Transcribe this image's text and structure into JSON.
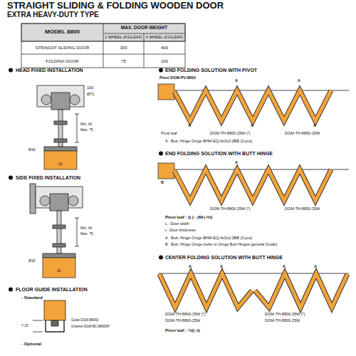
{
  "diagram": {
    "title": "STRAIGHT SLIDING & FOLDING WOODEN DOOR",
    "labels": [
      "EXTRA HEAVY-DUTY TYPE",
      "MODEL 8800",
      "MAX. DOOR WEIGHT",
      "2 WHEEL (KG/LEAF)",
      "4 WHEEL (KG/LEAF)",
      "STRAIGHT SLIDING DOOR",
      "300",
      "400",
      "FOLDING DOOR",
      "75",
      "100",
      "HEAD FIXED INSTALLATION",
      "100",
      "Ø71",
      "Min. 40",
      "Max. 75",
      "Ø16",
      "31",
      "SIDE FIXED INSTALLATION",
      "Min. 40",
      "Max. 75",
      "Ø16",
      "31",
      "FLOOR GUIDE INSTALLATION",
      "- Standard",
      "7.15",
      "Guide DGM-8800D",
      "Channel DGM-BC-8800SP",
      "- Optional",
      "END FOLDING SOLUTION WITH PIVOT",
      "Pivot DGM-PV-8800",
      "A",
      "A",
      "DGM-TH-8800-25W (*)",
      "DGM-TH-8800-25W",
      "Pivot leaf",
      "A",
      "A",
      "A",
      "A : Butt. Hinge Omge BHM-EQ-4x3x2-2BB (3 pcs)",
      "END FOLDING SOLUTION WITH BUTT HINGE",
      "A",
      "B",
      "DGM-TH-8800-25W (*)",
      "DGM-TH-8800-25W",
      "Pivot leaf : (L) - (60+½t)",
      "L : Door width",
      "t : Door thickness",
      "A : Butt. Hinge Omge BHM-EQ-4x3x2-2BB (3 pcs)",
      "B : Butt. Hinge Omge (refer to Omge Butt Hinges general Guide)",
      "CENTER FOLDING SOLUTION WITH BUTT HINGE",
      "A",
      "A",
      "A",
      "A",
      "DGM-TH-8800-25W",
      "DGM-TH-8800-25W (*)",
      "DGM-TH-8800-25W (*)",
      "DGM-TH-8800-25W",
      "Pivot leaf : ½(L-t)"
    ]
  }
}
